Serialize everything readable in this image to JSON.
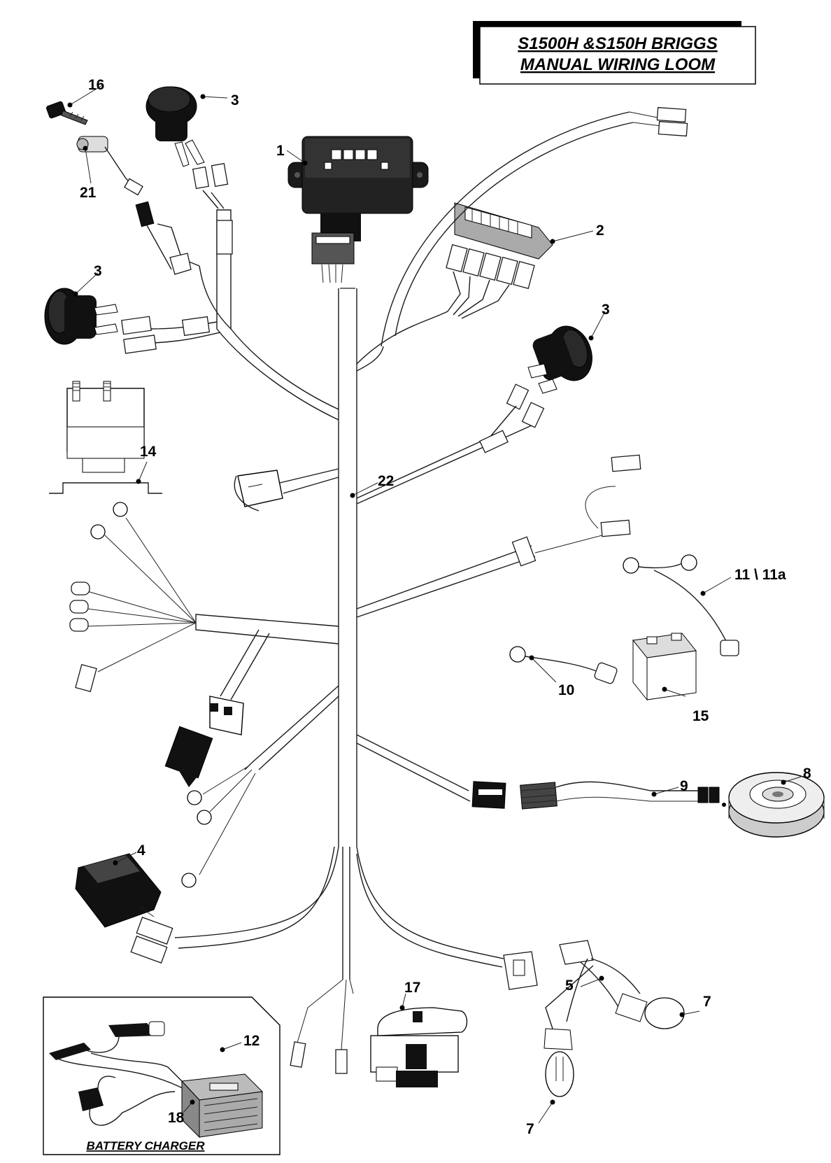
{
  "title": {
    "line1": "S1500H &S150H BRIGGS",
    "line2": "MANUAL WIRING LOOM"
  },
  "inset": {
    "caption": "BATTERY CHARGER"
  },
  "callouts": {
    "c1": "1",
    "c2": "2",
    "c3a": "3",
    "c3b": "3",
    "c3c": "3",
    "c4": "4",
    "c5": "5",
    "c7a": "7",
    "c7b": "7",
    "c8": "8",
    "c9": "9",
    "c10": "10",
    "c11": "11 \\ 11a",
    "c12": "12",
    "c14": "14",
    "c15": "15",
    "c16": "16",
    "c17": "17",
    "c18": "18",
    "c21": "21",
    "c22": "22"
  }
}
